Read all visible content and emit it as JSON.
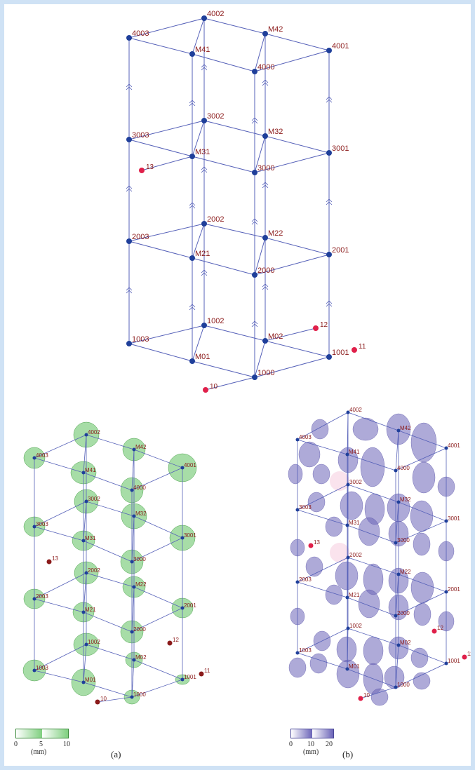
{
  "panels": {
    "top": {
      "net_color": "#5560b8",
      "blue_color": "#1f3f9a",
      "red_color": "#e0204a",
      "blue_labels": [
        "4002",
        "M42",
        "4003",
        "4001",
        "M41",
        "4000",
        "3002",
        "M32",
        "3003",
        "3001",
        "M31",
        "3000",
        "2002",
        "M22",
        "2003",
        "2001",
        "M21",
        "2000",
        "1002",
        "M02",
        "1003",
        "1001",
        "M01",
        "1000"
      ],
      "red_labels": [
        "13",
        "12",
        "11",
        "10"
      ]
    },
    "a": {
      "caption": "(a)",
      "ellipse_color": "#6cc66c",
      "legend": {
        "ticks": [
          "0",
          "5",
          "10"
        ],
        "unit": "(mm)"
      }
    },
    "b": {
      "caption": "(b)",
      "ellipse_color": "#6b64b8",
      "legend": {
        "ticks": [
          "0",
          "10",
          "20"
        ],
        "unit": "(mm)"
      }
    }
  }
}
